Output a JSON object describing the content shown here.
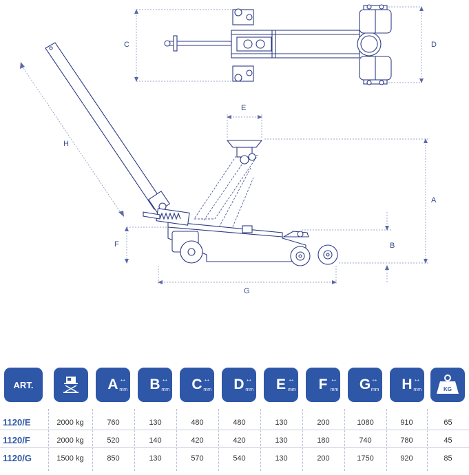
{
  "diagram": {
    "dim_labels": {
      "A": "A",
      "B": "B",
      "C": "C",
      "D": "D",
      "E": "E",
      "F": "F",
      "G": "G",
      "H": "H"
    }
  },
  "table": {
    "art_label": "ART.",
    "unit_label": "mm",
    "weight_label": "KG",
    "dimension_letters": [
      "A",
      "B",
      "C",
      "D",
      "E",
      "F",
      "G",
      "H"
    ],
    "header_color": "#2f57a8",
    "rows": [
      {
        "art": "1120/E",
        "capacity": "2000 kg",
        "A": "760",
        "B": "130",
        "C": "480",
        "D": "480",
        "E": "130",
        "F": "200",
        "G": "1080",
        "H": "910",
        "KG": "65"
      },
      {
        "art": "1120/F",
        "capacity": "2000 kg",
        "A": "520",
        "B": "140",
        "C": "420",
        "D": "420",
        "E": "130",
        "F": "180",
        "G": "740",
        "H": "780",
        "KG": "45"
      },
      {
        "art": "1120/G",
        "capacity": "1500 kg",
        "A": "850",
        "B": "130",
        "C": "570",
        "D": "540",
        "E": "130",
        "F": "200",
        "G": "1750",
        "H": "920",
        "KG": "85"
      }
    ]
  }
}
